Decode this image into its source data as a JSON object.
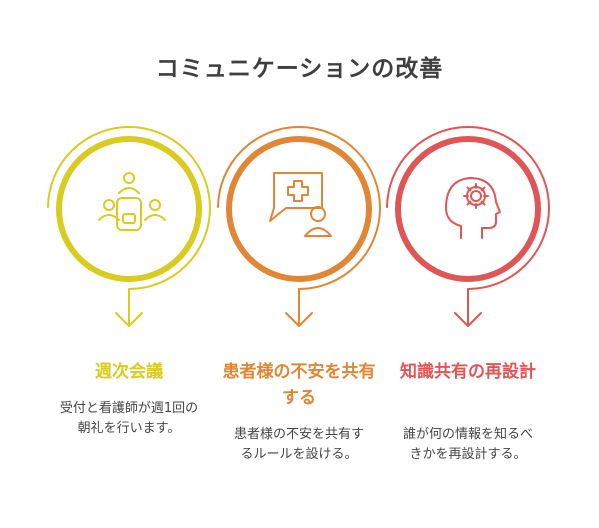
{
  "title": "コミュニケーションの改善",
  "items": [
    {
      "title": "週次会議",
      "description": "受付と看護師が週1回の朝礼を行います。",
      "color": "#d9cb1f",
      "icon": "meeting-table-icon"
    },
    {
      "title": "患者様の不安を共有する",
      "description": "患者様の不安を共有するルールを設ける。",
      "color": "#e08634",
      "icon": "medical-chat-icon"
    },
    {
      "title": "知識共有の再設計",
      "description": "誰が何の情報を知るべきかを再設計する。",
      "color": "#e05656",
      "icon": "head-gear-icon"
    }
  ]
}
